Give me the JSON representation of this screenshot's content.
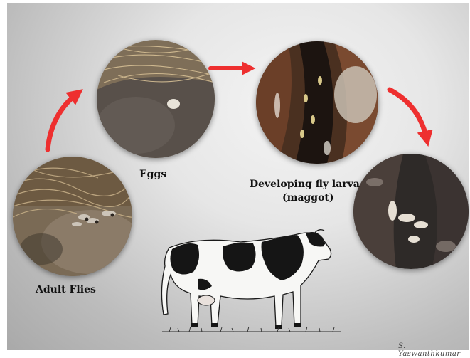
{
  "stages": [
    {
      "label": "Adult Flies"
    },
    {
      "label": "Eggs"
    },
    {
      "label": "Developing fly larva"
    },
    {
      "label": "(maggot)"
    },
    {
      "label": ""
    }
  ],
  "signature": "S. Yaswanthkumar",
  "colors": {
    "arrow": "#ee2f2f",
    "background": "#d9d9d9"
  },
  "icons": [
    "cow-illustration"
  ]
}
